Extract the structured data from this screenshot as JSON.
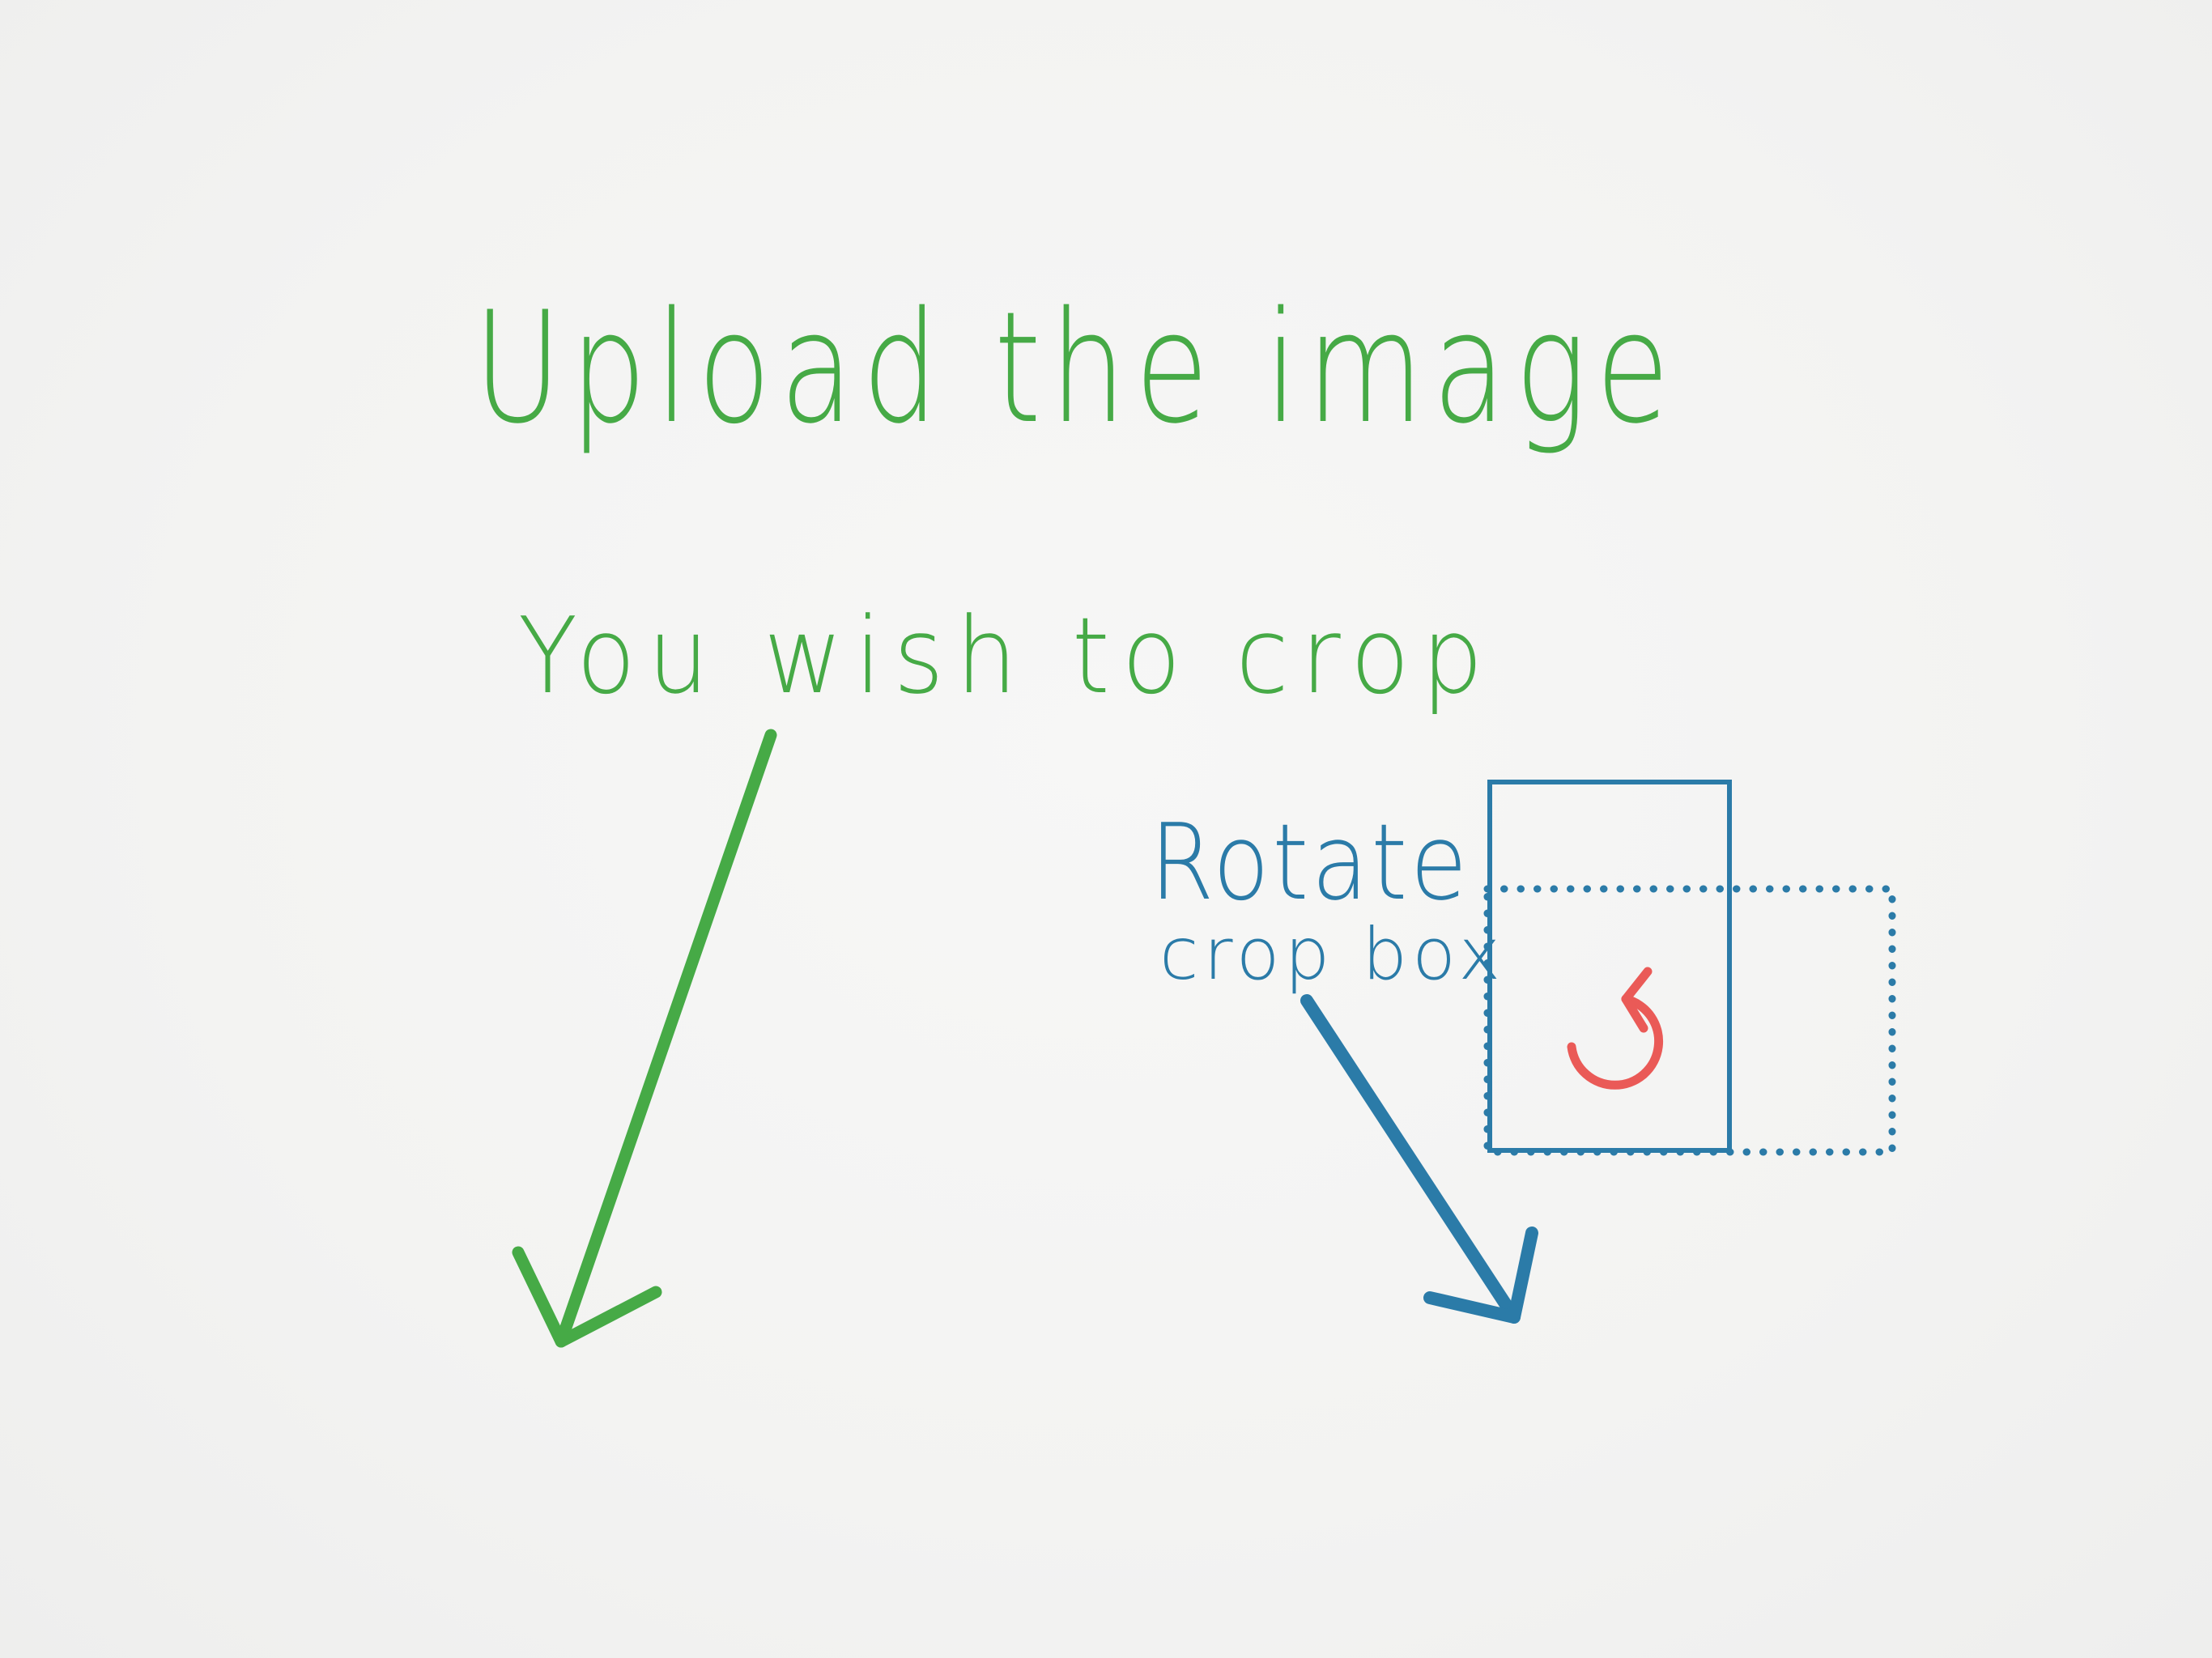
{
  "note": {
    "heading_line_1": "Upload the image",
    "heading_line_2": "You wish to crop",
    "rotate_line_1": "Rotate",
    "rotate_line_2": "crop box"
  },
  "colors": {
    "green": "#46aa46",
    "blue": "#2b7ba8",
    "red": "#ea5a57",
    "paper": "#f4f4f3"
  },
  "icons": {
    "rotate": "rotate-ccw-icon"
  }
}
